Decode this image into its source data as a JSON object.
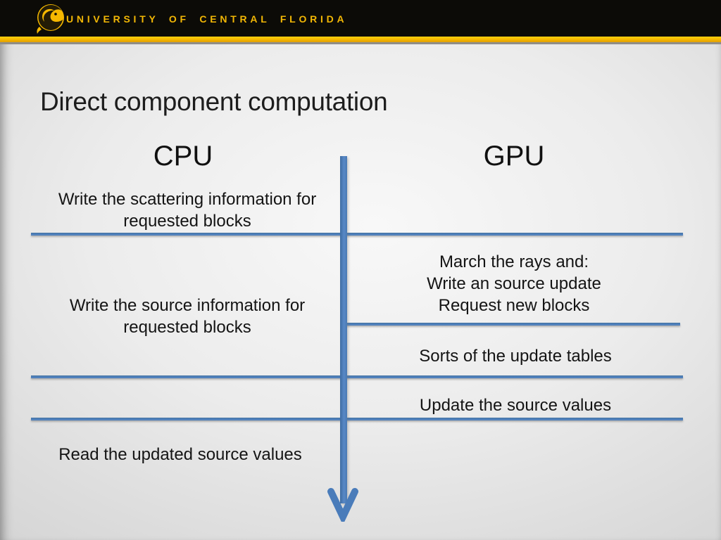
{
  "brand": {
    "name": "UNIVERSITY OF CENTRAL FLORIDA",
    "logo_icon": "ucf-pegasus-icon",
    "colors": {
      "header_bg": "#0c0b07",
      "gold": "#f2b705"
    }
  },
  "slide": {
    "title": "Direct component computation",
    "cpu_header": "CPU",
    "gpu_header": "GPU",
    "cpu_steps": [
      {
        "lines": [
          "Write the scattering information for",
          "requested blocks"
        ]
      },
      {
        "lines": [
          "Write the source information for",
          "requested blocks"
        ]
      },
      {
        "lines": [
          "Read the updated source values"
        ]
      }
    ],
    "gpu_steps": [
      {
        "lines": [
          "March the rays and:",
          "Write an source update",
          "Request new blocks"
        ]
      },
      {
        "lines": [
          "Sorts of the update tables"
        ]
      },
      {
        "lines": [
          "Update the source values"
        ]
      }
    ],
    "colors": {
      "accent_blue": "#4f81bd",
      "background": "#e7e7e7",
      "text": "#141414"
    }
  }
}
